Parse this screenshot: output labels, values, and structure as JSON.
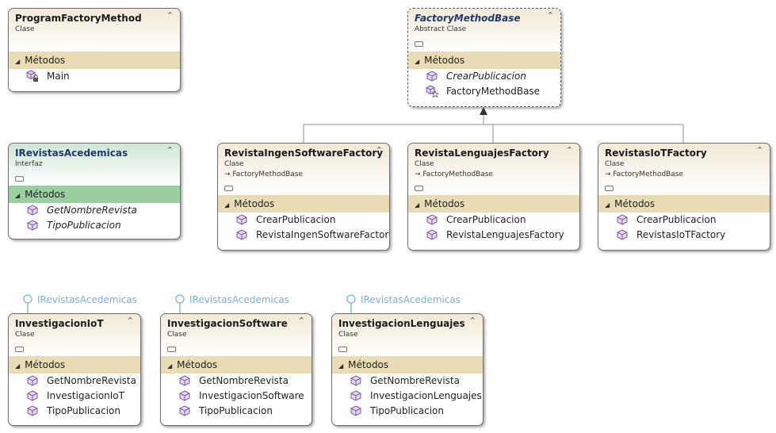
{
  "ui": {
    "methods_label": "Métodos",
    "colors": {
      "class_header": "#f2e9d6",
      "section_bar": "#e9dcb4",
      "interface_header": "#cfe6d4",
      "interface_section": "#9ad09f",
      "lollipop": "#7aaed6"
    }
  },
  "classes": [
    {
      "name": "ProgramFactoryMethod",
      "kind": "Clase",
      "members": [
        "Main"
      ]
    },
    {
      "name": "FactoryMethodBase",
      "kind": "Abstract Clase",
      "members": [
        "CrearPublicacion",
        "FactoryMethodBase"
      ]
    },
    {
      "name": "IRevistasAcedemicas",
      "kind": "Interfaz",
      "members": [
        "GetNombreRevista",
        "TipoPublicacion"
      ]
    },
    {
      "name": "RevistaIngenSoftwareFactory",
      "kind": "Clase",
      "inherits": "FactoryMethodBase",
      "members": [
        "CrearPublicacion",
        "RevistaIngenSoftwareFactory"
      ]
    },
    {
      "name": "RevistaLenguajesFactory",
      "kind": "Clase",
      "inherits": "FactoryMethodBase",
      "members": [
        "CrearPublicacion",
        "RevistaLenguajesFactory"
      ]
    },
    {
      "name": "RevistasIoTFactory",
      "kind": "Clase",
      "inherits": "FactoryMethodBase",
      "members": [
        "CrearPublicacion",
        "RevistasIoTFactory"
      ]
    },
    {
      "name": "InvestigacionIoT",
      "kind": "Clase",
      "implements": "IRevistasAcedemicas",
      "members": [
        "GetNombreRevista",
        "InvestigacionIoT",
        "TipoPublicacion"
      ]
    },
    {
      "name": "InvestigacionSoftware",
      "kind": "Clase",
      "implements": "IRevistasAcedemicas",
      "members": [
        "GetNombreRevista",
        "InvestigacionSoftware",
        "TipoPublicacion"
      ]
    },
    {
      "name": "InvestigacionLenguajes",
      "kind": "Clase",
      "implements": "IRevistasAcedemicas",
      "members": [
        "GetNombreRevista",
        "InvestigacionLenguajes",
        "TipoPublicacion"
      ]
    }
  ]
}
